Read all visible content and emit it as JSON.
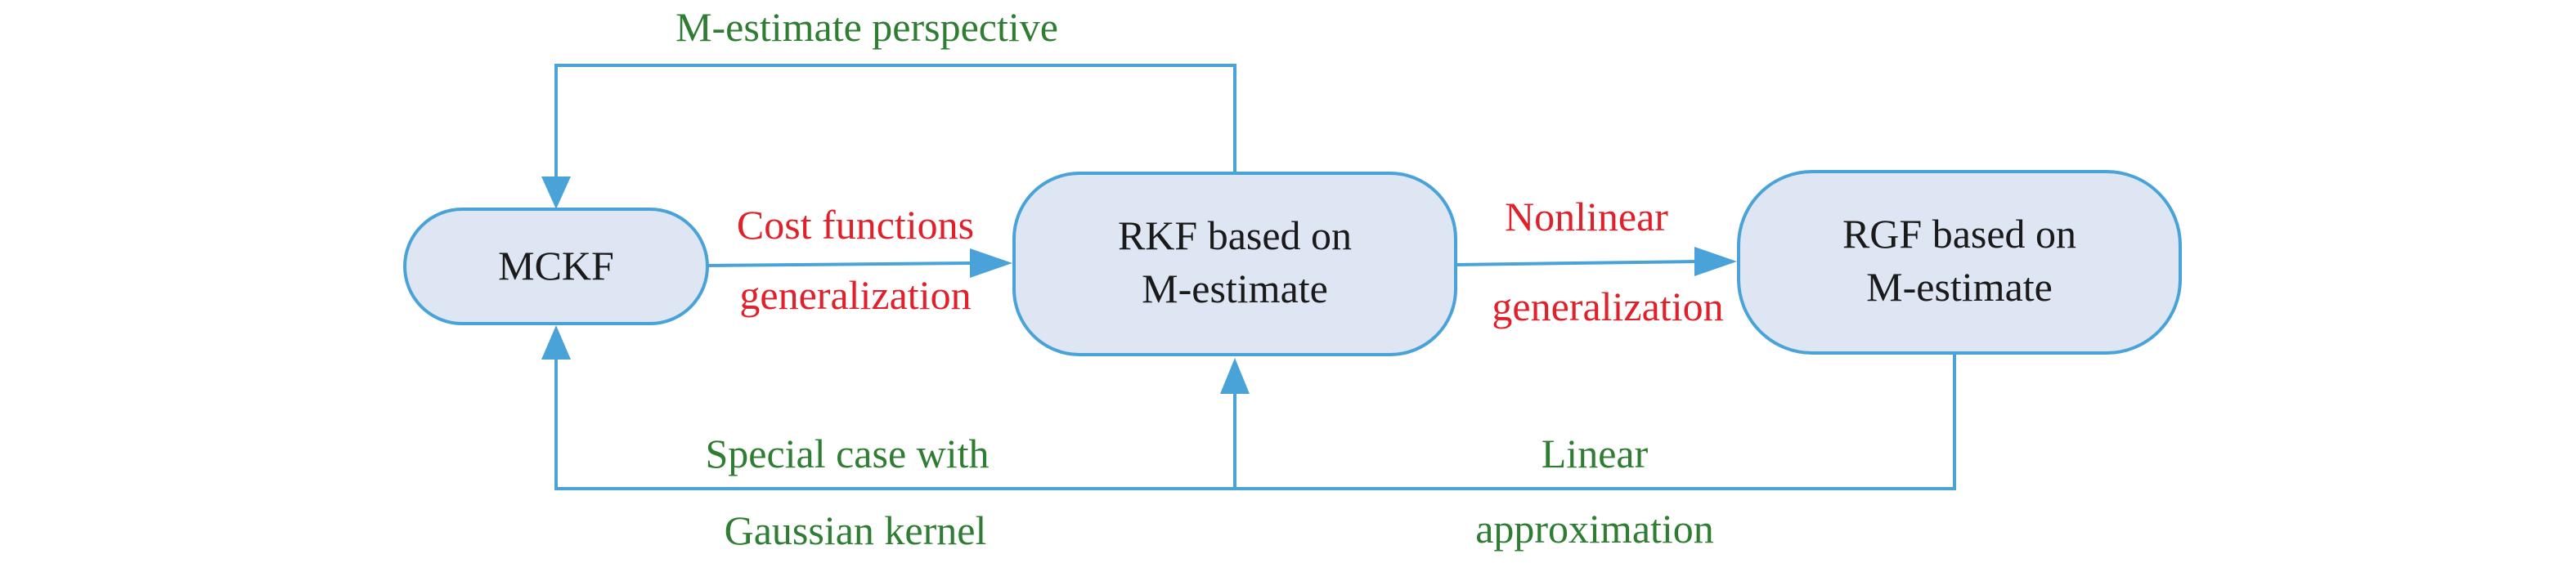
{
  "nodes": {
    "mckf": {
      "label": "MCKF"
    },
    "rkf": {
      "line1": "RKF based on",
      "line2": "M-estimate"
    },
    "rgf": {
      "line1": "RGF based on",
      "line2": "M-estimate"
    }
  },
  "edges": {
    "top_feedback": {
      "label": "M-estimate perspective"
    },
    "mckf_to_rkf": {
      "line1": "Cost functions",
      "line2": "generalization"
    },
    "rkf_to_rgf": {
      "line1": "Nonlinear",
      "line2": "generalization"
    },
    "special_case": {
      "line1": "Special case with",
      "line2": "Gaussian kernel"
    },
    "linear_approx": {
      "line1": "Linear",
      "line2": "approximation"
    }
  },
  "colors": {
    "node_fill": "#dde6f2",
    "stroke": "#4aa3d8",
    "red_label": "#e0212b",
    "green_label": "#2e7d32"
  }
}
